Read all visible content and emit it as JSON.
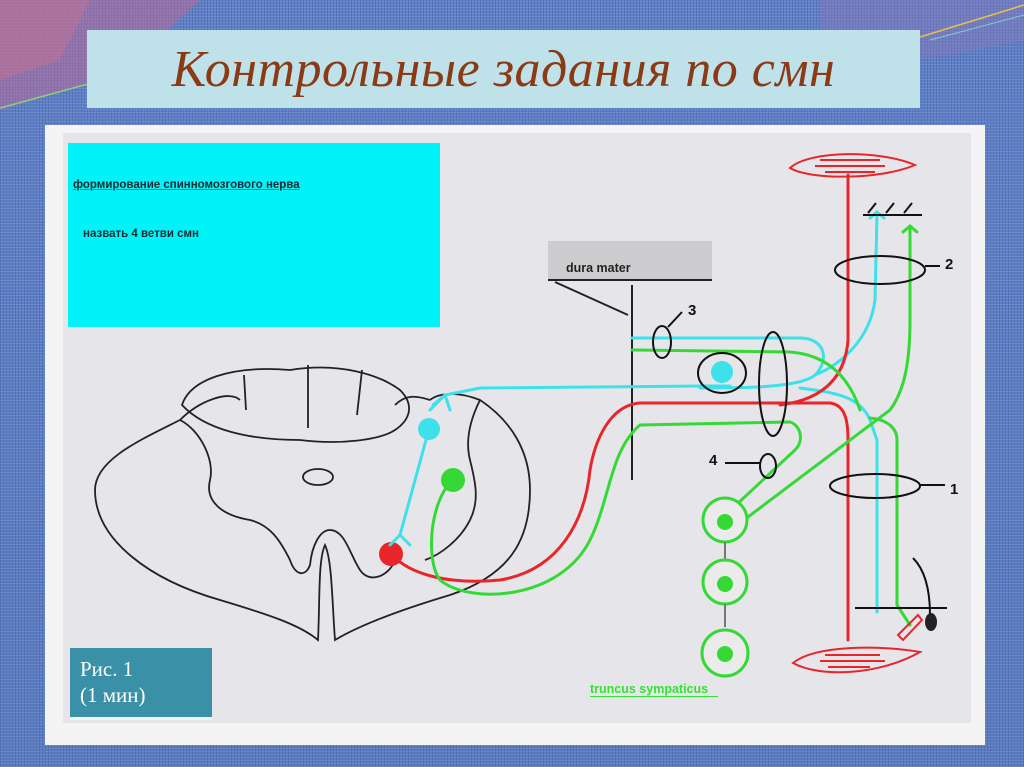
{
  "slide": {
    "title": "Контрольные задания по смн"
  },
  "task_box": {
    "line1": "формирование спинномозгового нерва",
    "line2": "назвать 4 ветви смн"
  },
  "diagram": {
    "dura_label": "dura mater",
    "branch_labels": [
      "1",
      "2",
      "3",
      "4"
    ],
    "truncus_label": "truncus sympaticus",
    "colors": {
      "motor": "#e8262a",
      "sensory": "#3ee0ea",
      "sympathetic": "#35d935",
      "outline": "#1a1a1a",
      "task_box_bg": "#00f3f6",
      "title_text": "#8a3a14",
      "title_box_bg": "#bfe1ea",
      "caption_bg": "#3a90a6"
    }
  },
  "caption": {
    "line1": "Рис. 1",
    "line2": "(1 мин)"
  }
}
